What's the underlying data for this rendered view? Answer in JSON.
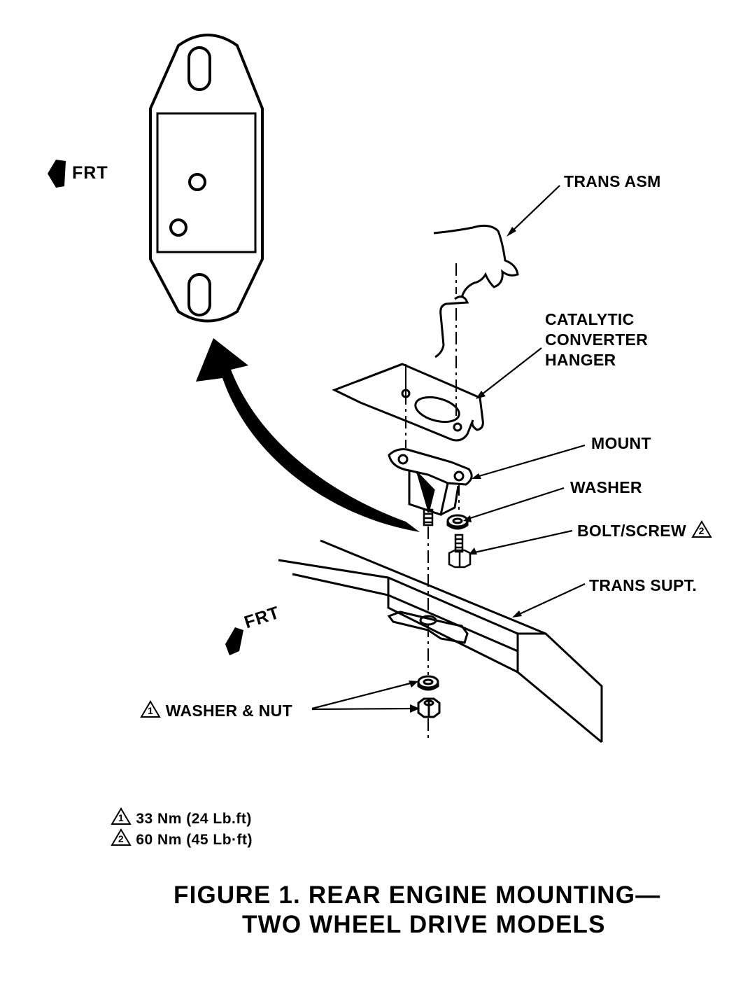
{
  "labels": {
    "frt_top": "FRT",
    "frt_bottom": "FRT",
    "trans_asm": "TRANS ASM",
    "catalytic_hanger": [
      "CATALYTIC",
      "CONVERTER",
      "HANGER"
    ],
    "mount": "MOUNT",
    "washer": "WASHER",
    "bolt_screw": "BOLT/SCREW",
    "trans_supt": "TRANS SUPT.",
    "washer_nut": "WASHER & NUT"
  },
  "torque_notes": [
    {
      "marker": "1",
      "text": "33 Nm (24 Lb.ft)"
    },
    {
      "marker": "2",
      "text": "60 Nm (45 Lb·ft)"
    }
  ],
  "caption": {
    "line1": "FIGURE 1. REAR ENGINE MOUNTING—",
    "line2": "TWO WHEEL DRIVE MODELS"
  },
  "markers": {
    "bolt_screw": "2",
    "washer_nut": "1"
  },
  "icons": [
    "front-direction-arrow-icon",
    "torque-spec-triangle-icon"
  ],
  "colors": {
    "ink": "#000000",
    "paper": "#ffffff"
  }
}
